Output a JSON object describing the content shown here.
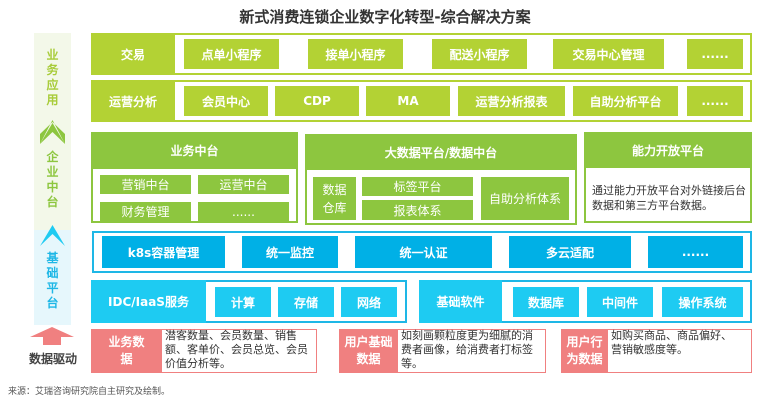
{
  "title": "新式消费连锁企业数字化转型-综合解决方案",
  "side": {
    "app": "业务应用",
    "middle": "企业中台",
    "base": "基础平台",
    "drive": "数据驱动"
  },
  "trade": {
    "label": "交易",
    "items": [
      "点单小程序",
      "接单小程序",
      "配送小程序",
      "交易中心管理",
      "......"
    ]
  },
  "ops": {
    "label": "运营分析",
    "items": [
      "会员中心",
      "CDP",
      "MA",
      "运营分析报表",
      "自助分析平台",
      "......"
    ]
  },
  "biz_mid": {
    "title": "业务中台",
    "items": [
      "营销中台",
      "运营中台",
      "财务管理",
      "......"
    ]
  },
  "data_mid": {
    "title": "大数据平台/数据中台",
    "warehouse": "数据仓库",
    "tag": "标签平台",
    "report": "报表体系",
    "self": "自助分析体系"
  },
  "open": {
    "title": "能力开放平台",
    "desc": "通过能力开放平台对外链接后台数据和第三方平台数据。"
  },
  "cloud": {
    "items": [
      "k8s容器管理",
      "统一监控",
      "统一认证",
      "多云适配",
      "......"
    ]
  },
  "idc": {
    "label": "IDC/IaaS服务",
    "items": [
      "计算",
      "存储",
      "网络"
    ]
  },
  "soft": {
    "label": "基础软件",
    "items": [
      "数据库",
      "中间件",
      "操作系统"
    ]
  },
  "drive": [
    {
      "label": "业务数据",
      "desc": "潜客数量、会员数量、销售额、客单价、会员总览、会员价值分析等。"
    },
    {
      "label": "用户基础数据",
      "desc": "如刻画颗粒度更为细腻的消费者画像，给消费者打标签等。"
    },
    {
      "label": "用户行为数据",
      "desc": "如购买商品、商品偏好、营销敏感度等。"
    }
  ],
  "source": "来源：艾瑞咨询研究院自主研究及绘制。"
}
